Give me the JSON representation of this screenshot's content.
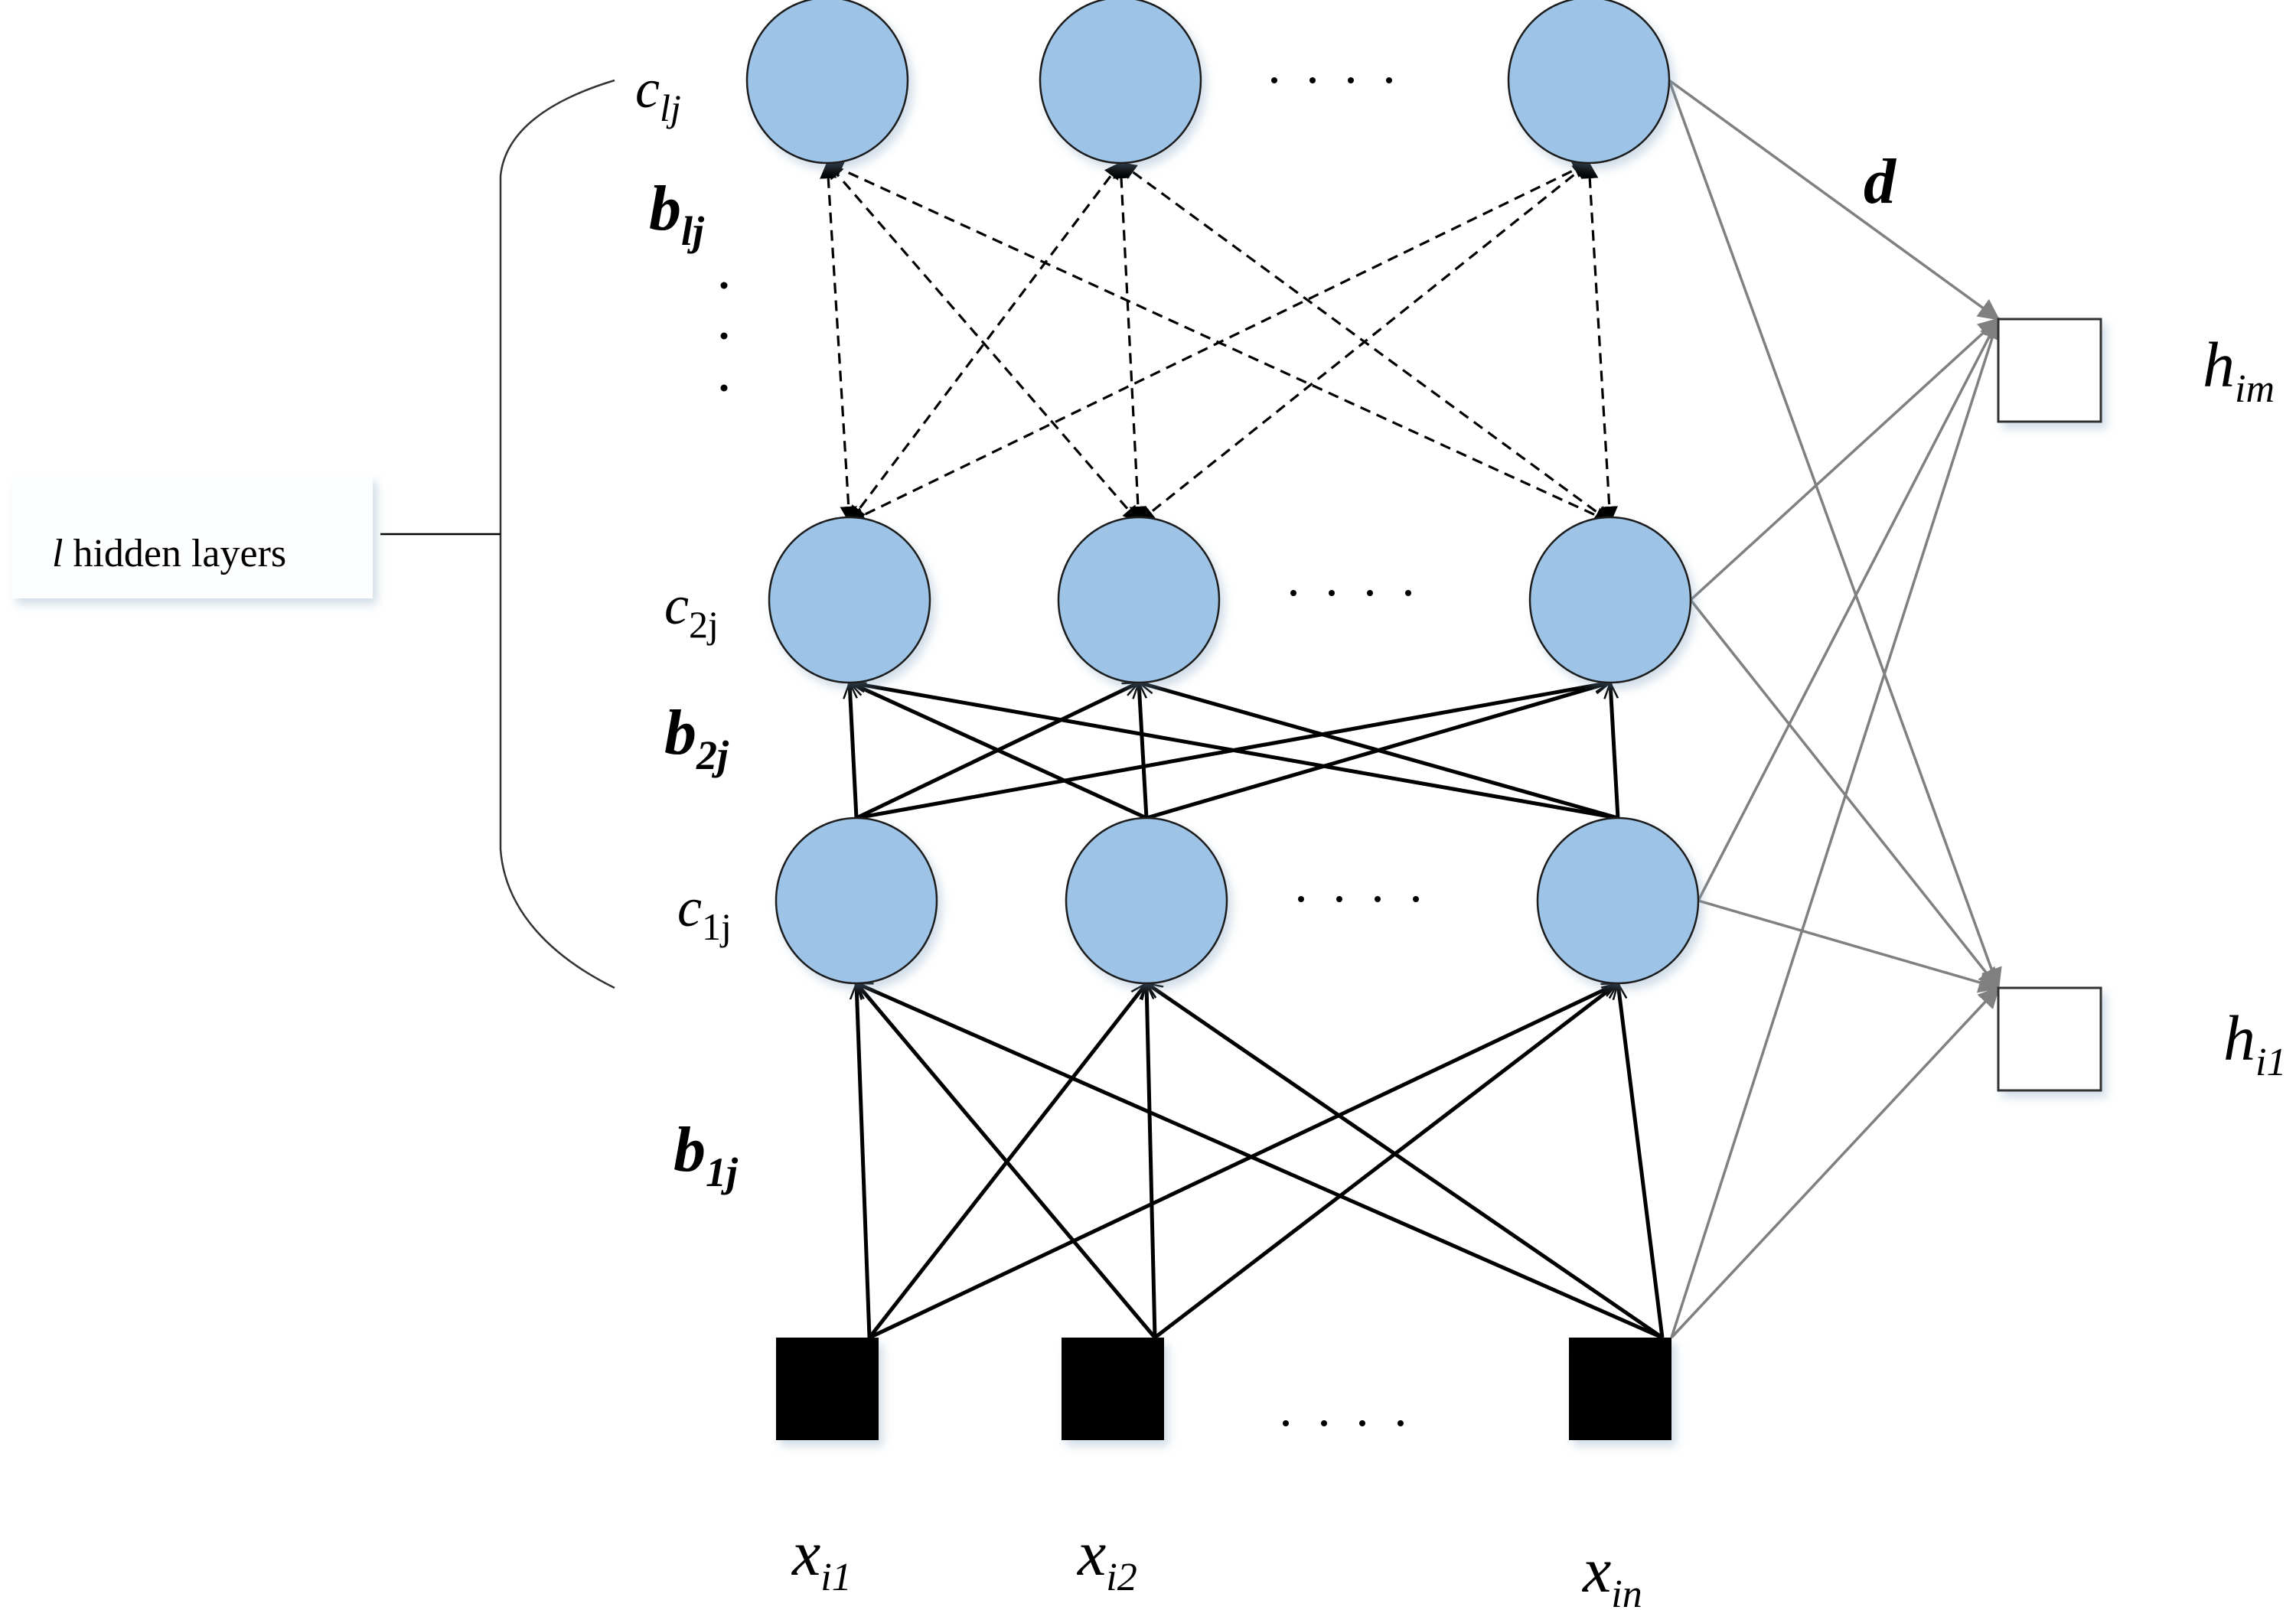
{
  "diagram": {
    "title": "Deep network with l hidden layers and output layer",
    "colors": {
      "hidden_node_fill": "#9dc3e6",
      "hidden_node_stroke": "#1f1f1f",
      "input_node_fill": "#000000",
      "output_node_fill": "#ffffff",
      "output_edge": "#808080",
      "hidden_edge": "#000000"
    },
    "group_label": {
      "italic_part": "l",
      "text": " hidden layers"
    },
    "layers": {
      "top": {
        "label_main": "c",
        "label_sub": "lj",
        "bias_main": "b",
        "bias_sub": "lj"
      },
      "second": {
        "label_main": "c",
        "label_sub": "2j",
        "bias_main": "b",
        "bias_sub": "2j"
      },
      "first": {
        "label_main": "c",
        "label_sub": "1j",
        "bias_main": "b",
        "bias_sub": "1j"
      }
    },
    "output_weight_label": "d",
    "inputs": [
      {
        "main": "x",
        "sub": "i1"
      },
      {
        "main": "x",
        "sub": "i2"
      },
      {
        "main": "x",
        "sub": "in"
      }
    ],
    "outputs": [
      {
        "main": "h",
        "sub": "im"
      },
      {
        "main": "h",
        "sub": "i1"
      }
    ],
    "ellipsis": "· · · ·",
    "vertical_ellipsis": "⋮",
    "connections": {
      "input_to_c1": "full, solid arrows",
      "c1_to_c2": "full, solid arrows",
      "c2_to_cl": "full, dashed arrows",
      "hidden_to_output": "last node of each hidden layer and last input to each output, gray arrows"
    }
  }
}
